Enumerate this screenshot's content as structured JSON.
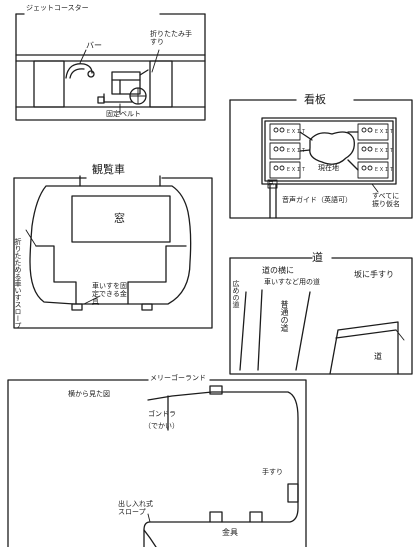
{
  "jet_coaster": {
    "title": "ジェットコースター",
    "bar_label": "バー",
    "handrail_label": "折りたたみ手すり",
    "brake_label": "固定ベルト"
  },
  "sign": {
    "title": "看板",
    "cell_labels": [
      "ＥＸＩＴ",
      "ＥＸＩＴ",
      "ＥＸＩＴ",
      "ＥＸＩＴ",
      "ＥＸＩＴ",
      "ＥＸＩＴ"
    ],
    "location_label": "現在地",
    "braille_label": "音声ガイド（英語可）",
    "all_kana_label": "すべてに振り仮名",
    "small_mark": "点"
  },
  "observation_car": {
    "title": "観覧車",
    "window_label": "窓",
    "left_vertical_label": "折りたためる車いすスロープ",
    "floor_label": "車いすを固定できる金具"
  },
  "road": {
    "title": "道",
    "top_label_line1": "道の横に",
    "top_label_line2": "車いすなど用の道",
    "left_vertical_label": "広めの道",
    "center_vertical_label": "普通の道",
    "slope_label": "坂に手すり",
    "corner_label": "道"
  },
  "merry_go_round": {
    "title": "メリーゴーランド",
    "side_view_label": "横から見た図",
    "gondola_label_line1": "ゴンドラ",
    "gondola_label_line2": "（でかい）",
    "handrail_label": "手すり",
    "slope_label": "出し入れ式スロープ",
    "metal_label": "金具"
  }
}
